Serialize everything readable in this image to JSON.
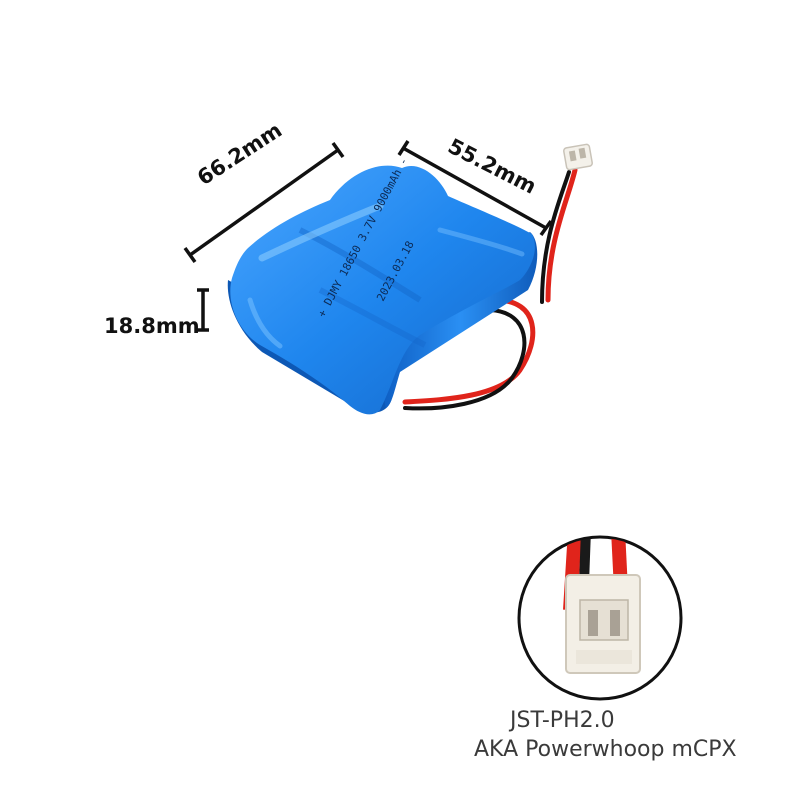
{
  "dimensions": {
    "width": "66.2mm",
    "depth": "55.2mm",
    "height": "18.8mm"
  },
  "battery": {
    "label_line1": "+ DJMY 18650 3.7V 9000mAh -",
    "label_line2": "2023.03.18",
    "color": "#1f7fe6"
  },
  "wires": {
    "positive_color": "#e0241b",
    "negative_color": "#111111"
  },
  "connector_inset": {
    "caption_line1": "JST-PH2.0",
    "caption_line2": "AKA Powerwhoop mCPX"
  }
}
